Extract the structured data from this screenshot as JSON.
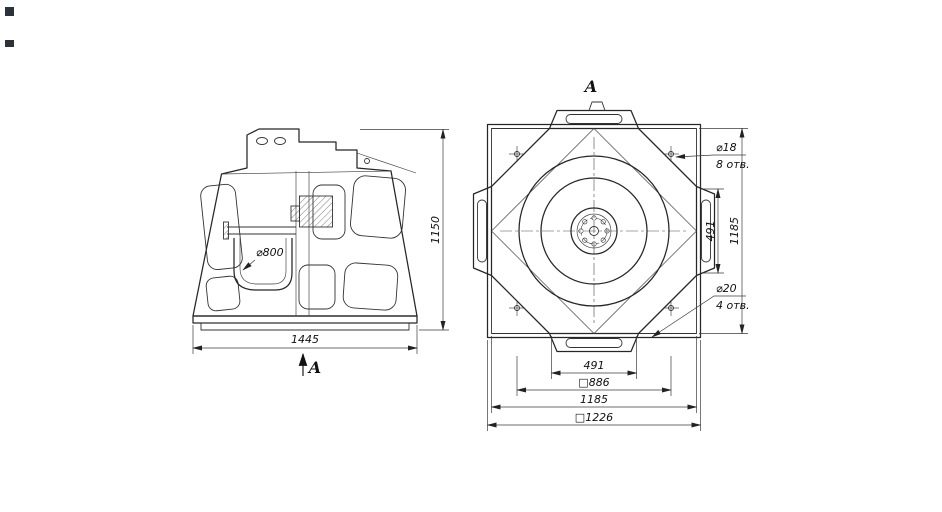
{
  "drawing": {
    "side_view": {
      "dim_width": "1445",
      "dim_height": "1150",
      "impeller_dia": "⌀800",
      "section_label": "A"
    },
    "front_view": {
      "view_label": "A",
      "dim_bolt_v": "491",
      "dim_flange_v": "1185",
      "callout_corner_dia": "⌀18",
      "callout_corner_qty": "8 отв.",
      "callout_tab_dia": "⌀20",
      "callout_tab_qty": "4 отв.",
      "dim_bolt_b": "491",
      "dim_square_886": "□886",
      "dim_flange_b": "1185",
      "dim_square_1226": "□1226"
    },
    "colors": {
      "line": "#1b1b1b",
      "background": "#ffffff"
    }
  }
}
